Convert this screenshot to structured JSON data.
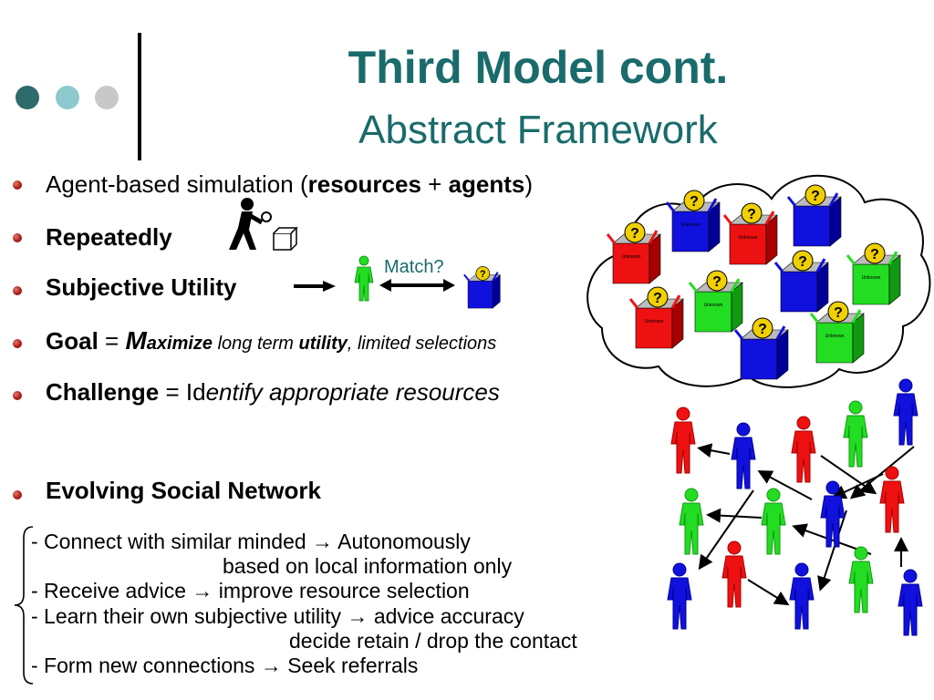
{
  "title": "Third Model cont.",
  "subtitle": "Abstract Framework",
  "bullets": {
    "b1": {
      "text": "Agent-based simulation (",
      "bold1": "resources",
      "plus": " + ",
      "bold2": "agents",
      "close": ")"
    },
    "b2": {
      "text": "Repeatedly"
    },
    "b3": {
      "text": "Subjective Utility",
      "match_label": "Match?"
    },
    "b4": {
      "label": "Goal",
      "eq": " = ",
      "big_m": "M",
      "maximize": "aximize",
      "mid": " long term ",
      "utility": "utility",
      "tail": ", limited selections"
    },
    "b5": {
      "label": "Challenge",
      "eq": " = Id",
      "rest": "entify appropriate resources"
    },
    "b6": {
      "text": "Evolving Social Network"
    }
  },
  "sublist": {
    "line1": "- Connect  with similar minded → Autonomously",
    "line2": "based on local information only",
    "line3": "-  Receive advice → improve resource selection",
    "line4": "-  Learn their own subjective utility → advice accuracy",
    "line5": "decide retain / drop the contact",
    "line6": "-  Form new connections → Seek referrals"
  },
  "box_label": "Unknown",
  "box_mark": "?",
  "colors": {
    "title": "#1a6b6b",
    "dot1": "#2e6b6b",
    "dot2": "#8ec9cd",
    "dot3": "#c8c8c8",
    "red": "#ee1111",
    "green": "#22dd22",
    "blue": "#1111dd",
    "question": "#f0d000"
  },
  "icons": [
    "person-with-magnifier-icon",
    "small-box-icon",
    "arrow-right-icon",
    "double-arrow-icon",
    "cloud-icon",
    "resource-box-icon",
    "person-icon"
  ]
}
